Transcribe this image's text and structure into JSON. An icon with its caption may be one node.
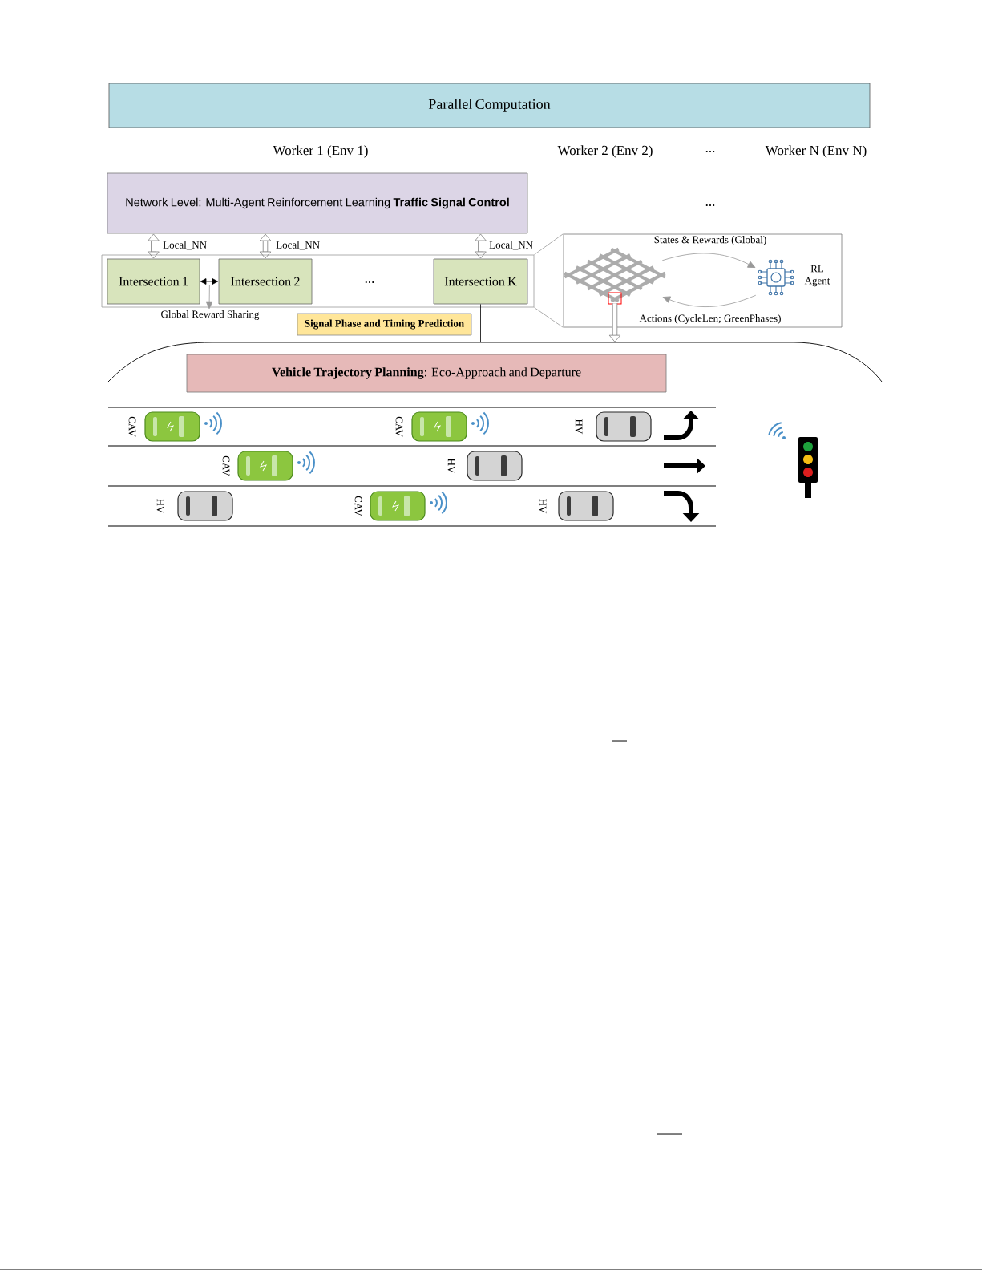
{
  "diagram": {
    "nodes": [
      {
        "text": [
          "Parallel Computation"
        ]
      },
      {
        "text": [
          "Network Level: Multi-Agent Reinforcement Learning **Traffic Signal Control**"
        ]
      },
      {
        "text": [],
        "shape": "box"
      },
      {
        "text": [
          "Intersection 1"
        ],
        "in": 2
      },
      {
        "text": [
          "Intersection 2"
        ],
        "in": 2
      },
      {
        "text": [
          "Intersection K"
        ],
        "in": 2
      },
      {
        "text": [
          "Signal Phase and Timing Prediction"
        ]
      },
      {
        "text": [],
        "shape": "box"
      },
      {
        "text": [],
        "shape": "picture",
        "in": 7
      },
      {
        "text": [
          "RL Agent"
        ],
        "in": 7
      },
      {
        "text": [],
        "shape": "picture"
      },
      {
        "text": [
          "**Vehicle Trajectory Planning**: Eco-Approach and Departure"
        ],
        "in": 10
      },
      {
        "text": [
          "Global Reward Sharing"
        ]
      }
    ],
    "edges": [
      {
        "from": 1,
        "to": 3,
        "arrow": "both",
        "style": "thick",
        "label": "Local_NN"
      },
      {
        "from": 1,
        "to": 4,
        "arrow": "both",
        "style": "thick",
        "label": "Local_NN"
      },
      {
        "from": 1,
        "to": 5,
        "arrow": "both",
        "style": "thick",
        "label": "Local_NN"
      },
      {
        "from": 3,
        "to": 4,
        "arrow": "both",
        "color": "#000000"
      },
      {
        "from": 2,
        "to": 7,
        "arrow": "none",
        "color": "#999999"
      },
      {
        "from": 2,
        "to": 7,
        "arrow": "none",
        "color": "#999999"
      },
      {
        "from": 8,
        "to": 9,
        "arrow": "to",
        "color": "#999999",
        "label": "States & Rewards (Global)"
      },
      {
        "from": 9,
        "to": 8,
        "arrow": "to",
        "color": "#999999",
        "label": "Actions (CycleLen; GreenPhases)"
      },
      {
        "from": 5,
        "to": 10,
        "arrow": "none",
        "color": "#000000"
      },
      {
        "from": 8,
        "to": 10,
        "arrow": "to",
        "style": "thick"
      },
      {
        "from": 3,
        "to": 12,
        "arrow": "to",
        "color": "#999999"
      }
    ],
    "labels": [
      "Worker 1 (Env 1)",
      "Worker 2 (Env 2)",
      "...",
      "Worker N (Env N)",
      "...",
      "...",
      "CAV",
      "CAV",
      "HV",
      "CAV",
      "HV",
      "HV",
      "CAV",
      "HV"
    ]
  }
}
